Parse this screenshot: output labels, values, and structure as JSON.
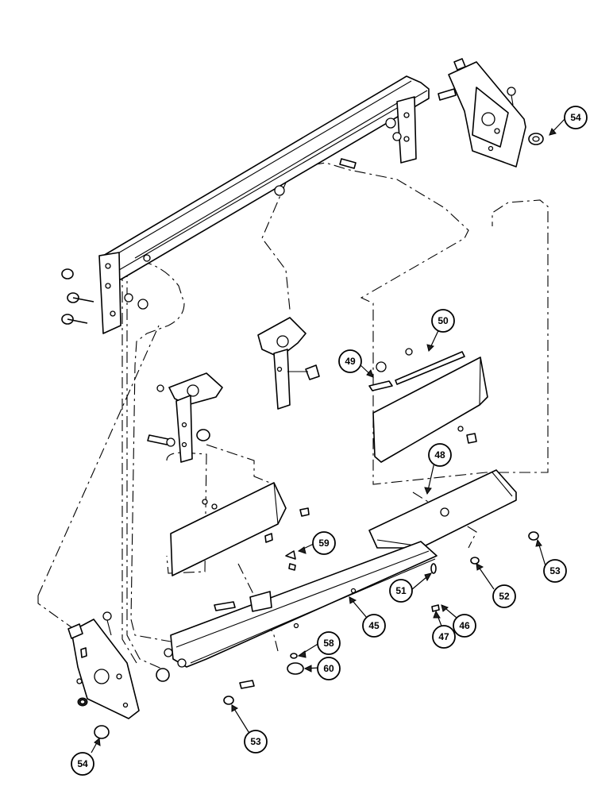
{
  "diagram": {
    "callouts": [
      {
        "id": "c54a",
        "label": "54"
      },
      {
        "id": "c50",
        "label": "50"
      },
      {
        "id": "c49",
        "label": "49"
      },
      {
        "id": "c48",
        "label": "48"
      },
      {
        "id": "c59",
        "label": "59"
      },
      {
        "id": "c53a",
        "label": "53"
      },
      {
        "id": "c51",
        "label": "51"
      },
      {
        "id": "c52",
        "label": "52"
      },
      {
        "id": "c45",
        "label": "45"
      },
      {
        "id": "c47",
        "label": "47"
      },
      {
        "id": "c46",
        "label": "46"
      },
      {
        "id": "c58",
        "label": "58"
      },
      {
        "id": "c60",
        "label": "60"
      },
      {
        "id": "c53b",
        "label": "53"
      },
      {
        "id": "c54b",
        "label": "54"
      }
    ]
  }
}
